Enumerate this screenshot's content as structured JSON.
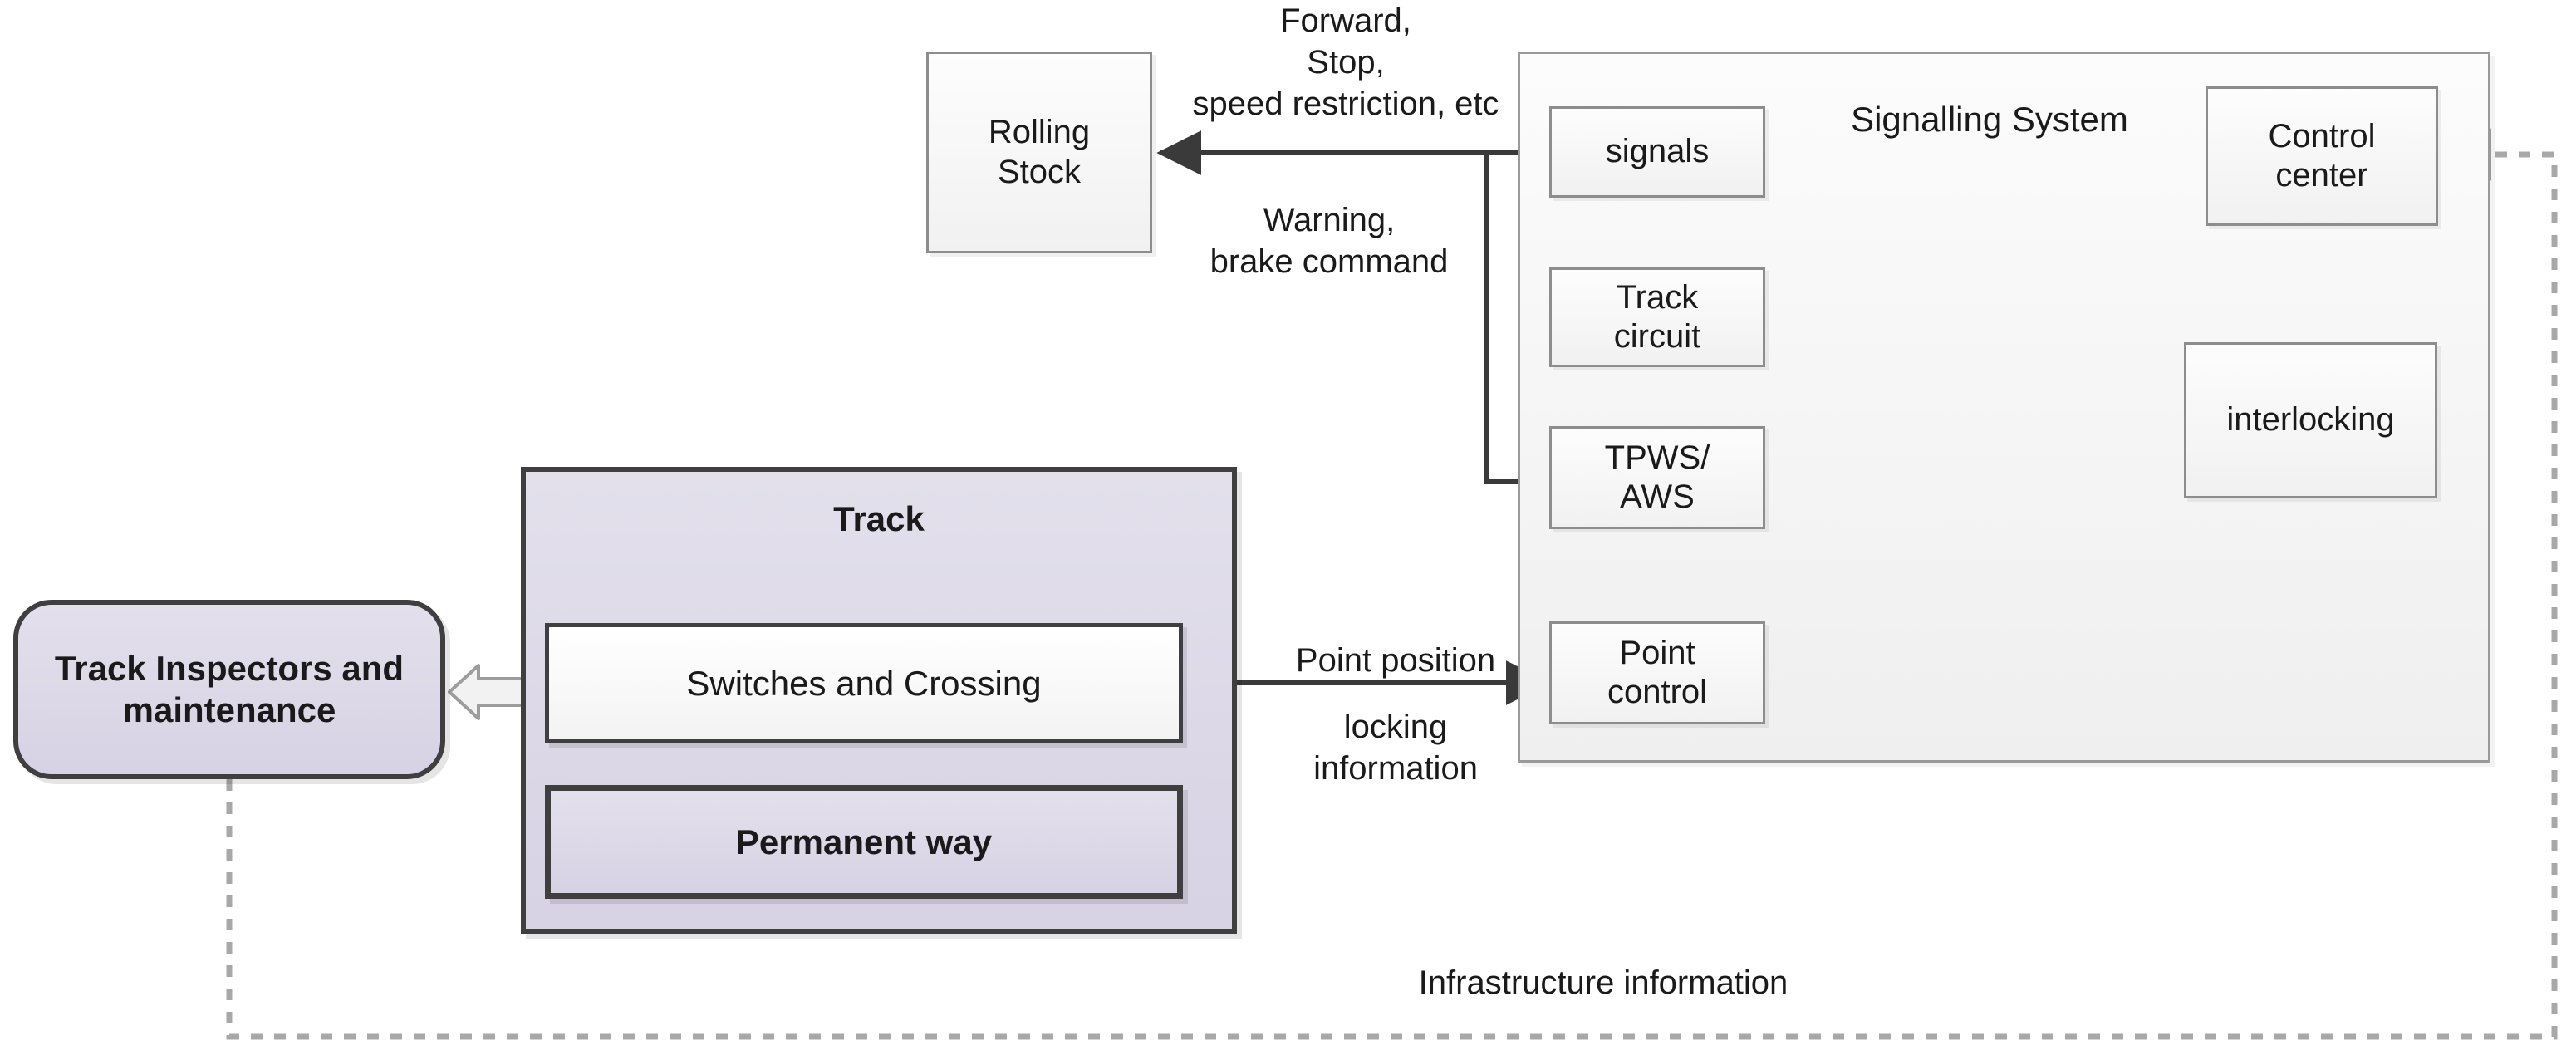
{
  "diagram": {
    "title": "Railway signalling and track system context diagram",
    "colors": {
      "lavender_fill": "#d7d2e4",
      "lavender_border": "#3f3f3f",
      "box_border": "#8d8d8d",
      "box_fill": "#f5f5f5",
      "line": "#3a3a3a",
      "dashed_line": "#a8a8a8",
      "text": "#1a1a1a"
    },
    "nodes": {
      "rolling_stock": "Rolling\nStock",
      "signalling_system": "Signalling System",
      "signals": "signals",
      "track_circuit": "Track\ncircuit",
      "tpws_aws": "TPWS/\nAWS",
      "point_control": "Point\ncontrol",
      "control_center": "Control\ncenter",
      "interlocking": "interlocking",
      "track": "Track",
      "switches_and_crossing": "Switches and Crossing",
      "permanent_way": "Permanent way",
      "track_inspectors": "Track Inspectors and\nmaintenance"
    },
    "edge_labels": {
      "forward_stop": "Forward,\nStop,\nspeed restriction, etc",
      "warning_brake": "Warning,\nbrake command",
      "point_position": "Point position",
      "locking_information": "locking\ninformation",
      "infrastructure_information": "Infrastructure information"
    },
    "edges": [
      {
        "from": "signals",
        "to": "rolling_stock",
        "label": "Forward, Stop, speed restriction, etc",
        "style": "solid",
        "arrow": "single"
      },
      {
        "from": "tpws_aws",
        "to": "rolling_stock",
        "label": "Warning, brake command",
        "style": "solid",
        "arrow": "single"
      },
      {
        "from": "interlocking",
        "to": "signals",
        "label": "",
        "style": "solid",
        "arrow": "single"
      },
      {
        "from": "track_circuit",
        "to": "interlocking",
        "label": "",
        "style": "solid",
        "arrow": "single"
      },
      {
        "from": "interlocking",
        "to": "tpws_aws",
        "label": "",
        "style": "solid",
        "arrow": "single"
      },
      {
        "from": "interlocking",
        "to": "point_control",
        "label": "",
        "style": "solid",
        "arrow": "single"
      },
      {
        "from": "control_center",
        "to": "interlocking",
        "label": "",
        "style": "solid",
        "arrow": "double"
      },
      {
        "from": "point_control",
        "to": "switches_and_crossing",
        "label": "Point position locking information",
        "style": "solid",
        "arrow": "double"
      },
      {
        "from": "track_inspectors",
        "to": "track",
        "label": "",
        "style": "block",
        "arrow": "double"
      },
      {
        "from": "track_inspectors",
        "to": "control_center",
        "label": "Infrastructure information",
        "style": "dashed",
        "arrow": "single"
      }
    ]
  }
}
